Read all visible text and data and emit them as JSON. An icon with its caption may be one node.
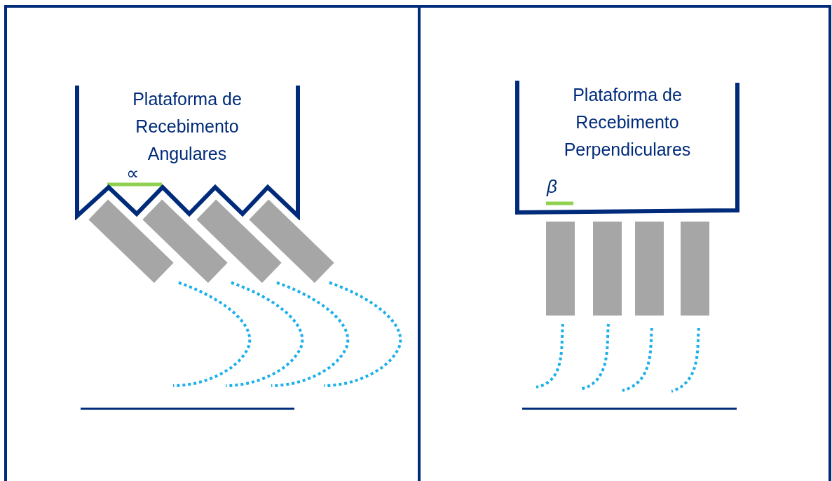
{
  "diagram": {
    "nodes": [
      {
        "text": [
          "Plataforma de Recebimento Angulares"
        ]
      },
      {
        "text": [
          "Plataforma de Recebimento Perpendiculares"
        ]
      }
    ],
    "labels": [
      "∝",
      "β"
    ]
  }
}
